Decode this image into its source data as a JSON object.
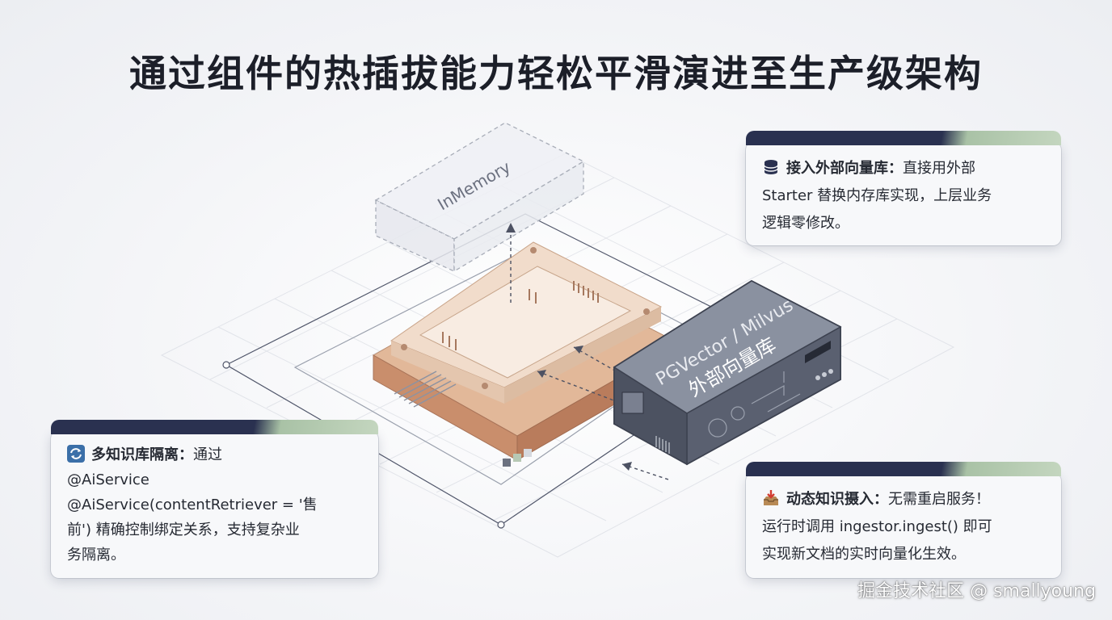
{
  "title": "通过组件的热插拔能力轻松平滑演进至生产级架构",
  "diagram": {
    "in_memory_label": "InMemory",
    "pgvector_label": "PGVector / Milvus",
    "pgvector_sublabel": "外部向量库"
  },
  "cards": {
    "external_db": {
      "icon": "database-icon",
      "heading": "接入外部向量库：",
      "text_line1": "直接用外部",
      "text_line2": "Starter 替换内存库实现，上层业务",
      "text_line3": "逻辑零修改。"
    },
    "multi_kb": {
      "icon": "sync-icon",
      "heading": "多知识库隔离：",
      "text_line1": "通过",
      "text_line2": "@AiService",
      "text_line3": "@AiService(contentRetriever = '售",
      "text_line4": "前') 精确控制绑定关系，支持复杂业",
      "text_line5": "务隔离。"
    },
    "dynamic_ingest": {
      "icon": "inbox-tray-icon",
      "heading": "动态知识摄入：",
      "text_line1": "无需重启服务！",
      "text_line2": "运行时调用 ingestor.ingest() 即可",
      "text_line3": "实现新文档的实时向量化生效。"
    }
  },
  "watermark": "掘金技术社区 @ smallyoung",
  "colors": {
    "navy": "#2a3150",
    "sage": "#a9c2a6",
    "copper": "#d7a88a",
    "device": "#5f6675"
  }
}
